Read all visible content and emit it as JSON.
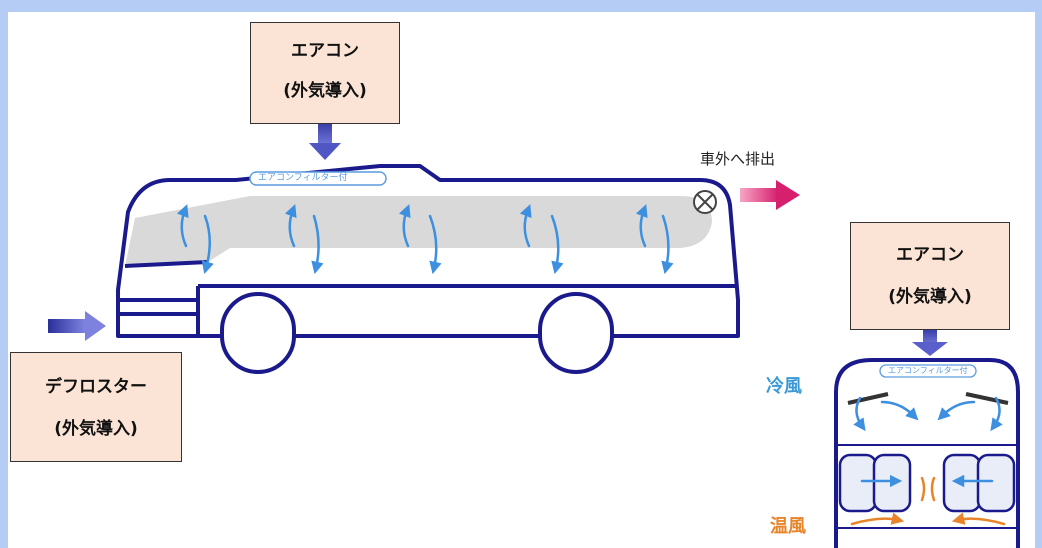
{
  "labels": {
    "top_ac": {
      "line1": "エアコン",
      "line2": "(外気導入)"
    },
    "right_ac": {
      "line1": "エアコン",
      "line2": "(外気導入)"
    },
    "defroster": {
      "line1": "デフロスター",
      "line2": "(外気導入)"
    },
    "exhaust": "車外へ排出",
    "bus_filter": "エアコンフィルター付",
    "rear_filter": "エアコンフィルター付",
    "cool_air": "冷風",
    "warm_air": "温風"
  },
  "colors": {
    "background": "#b5ccf4",
    "box_fill": "#fbe4d5",
    "bus_outline": "#1a1a8c",
    "airflow_blue": "#3d8fe0",
    "intake_arrow": "#4a4ec0",
    "exhaust_arrow": "#e0337a",
    "cool_text": "#3a9ad8",
    "warm_text": "#e8842a"
  }
}
